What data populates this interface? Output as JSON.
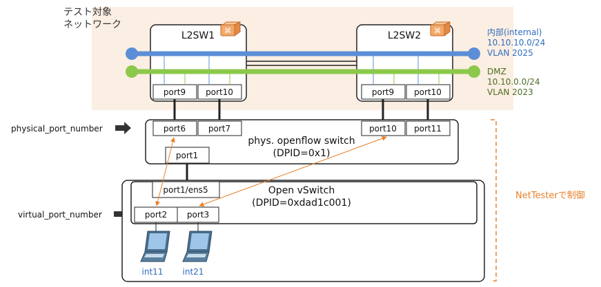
{
  "title": {
    "line1": "テスト対象",
    "line2": "ネットワーク"
  },
  "colors": {
    "test_area_bg": "#fbeee2",
    "internal": "#5b8ed6",
    "dmz": "#8cc84b",
    "internal_text": "#2e6bbf",
    "dmz_text": "#4e6b1e",
    "arrow": "#e8802a",
    "control_text": "#e8802a",
    "laptop_body": "#4a6e8c",
    "laptop_screen": "#9fc6e8",
    "host_text": "#2e6bbf"
  },
  "switches": [
    {
      "name": "L2SW1",
      "ports": [
        "port9",
        "port10"
      ],
      "icon": "router-icon"
    },
    {
      "name": "L2SW2",
      "ports": [
        "port9",
        "port10"
      ],
      "icon": "router-icon"
    }
  ],
  "networks": {
    "internal": {
      "line1": "内部(internal)",
      "line2": "10.10.10.0/24",
      "line3": "VLAN 2025"
    },
    "dmz": {
      "line1": "DMZ",
      "line2": "10.10.0.0/24",
      "line3": "VLAN 2023"
    }
  },
  "phys_switch": {
    "line1": "phys. openflow switch",
    "line2": "(DPID=0x1)",
    "ports_left": [
      "port6",
      "port7"
    ],
    "ports_right": [
      "port10",
      "port11"
    ],
    "uplink_port": "port1"
  },
  "ovs": {
    "line1": "Open vSwitch",
    "line2": "(DPID=0xdad1c001)",
    "uplink_port": "port1/ens5",
    "ports": [
      "port2",
      "port3"
    ]
  },
  "labels": {
    "physical_port_number": "physical_port_number",
    "virtual_port_number": "virtual_port_number",
    "control": "NetTesterで制御"
  },
  "hosts": [
    "int11",
    "int21"
  ]
}
